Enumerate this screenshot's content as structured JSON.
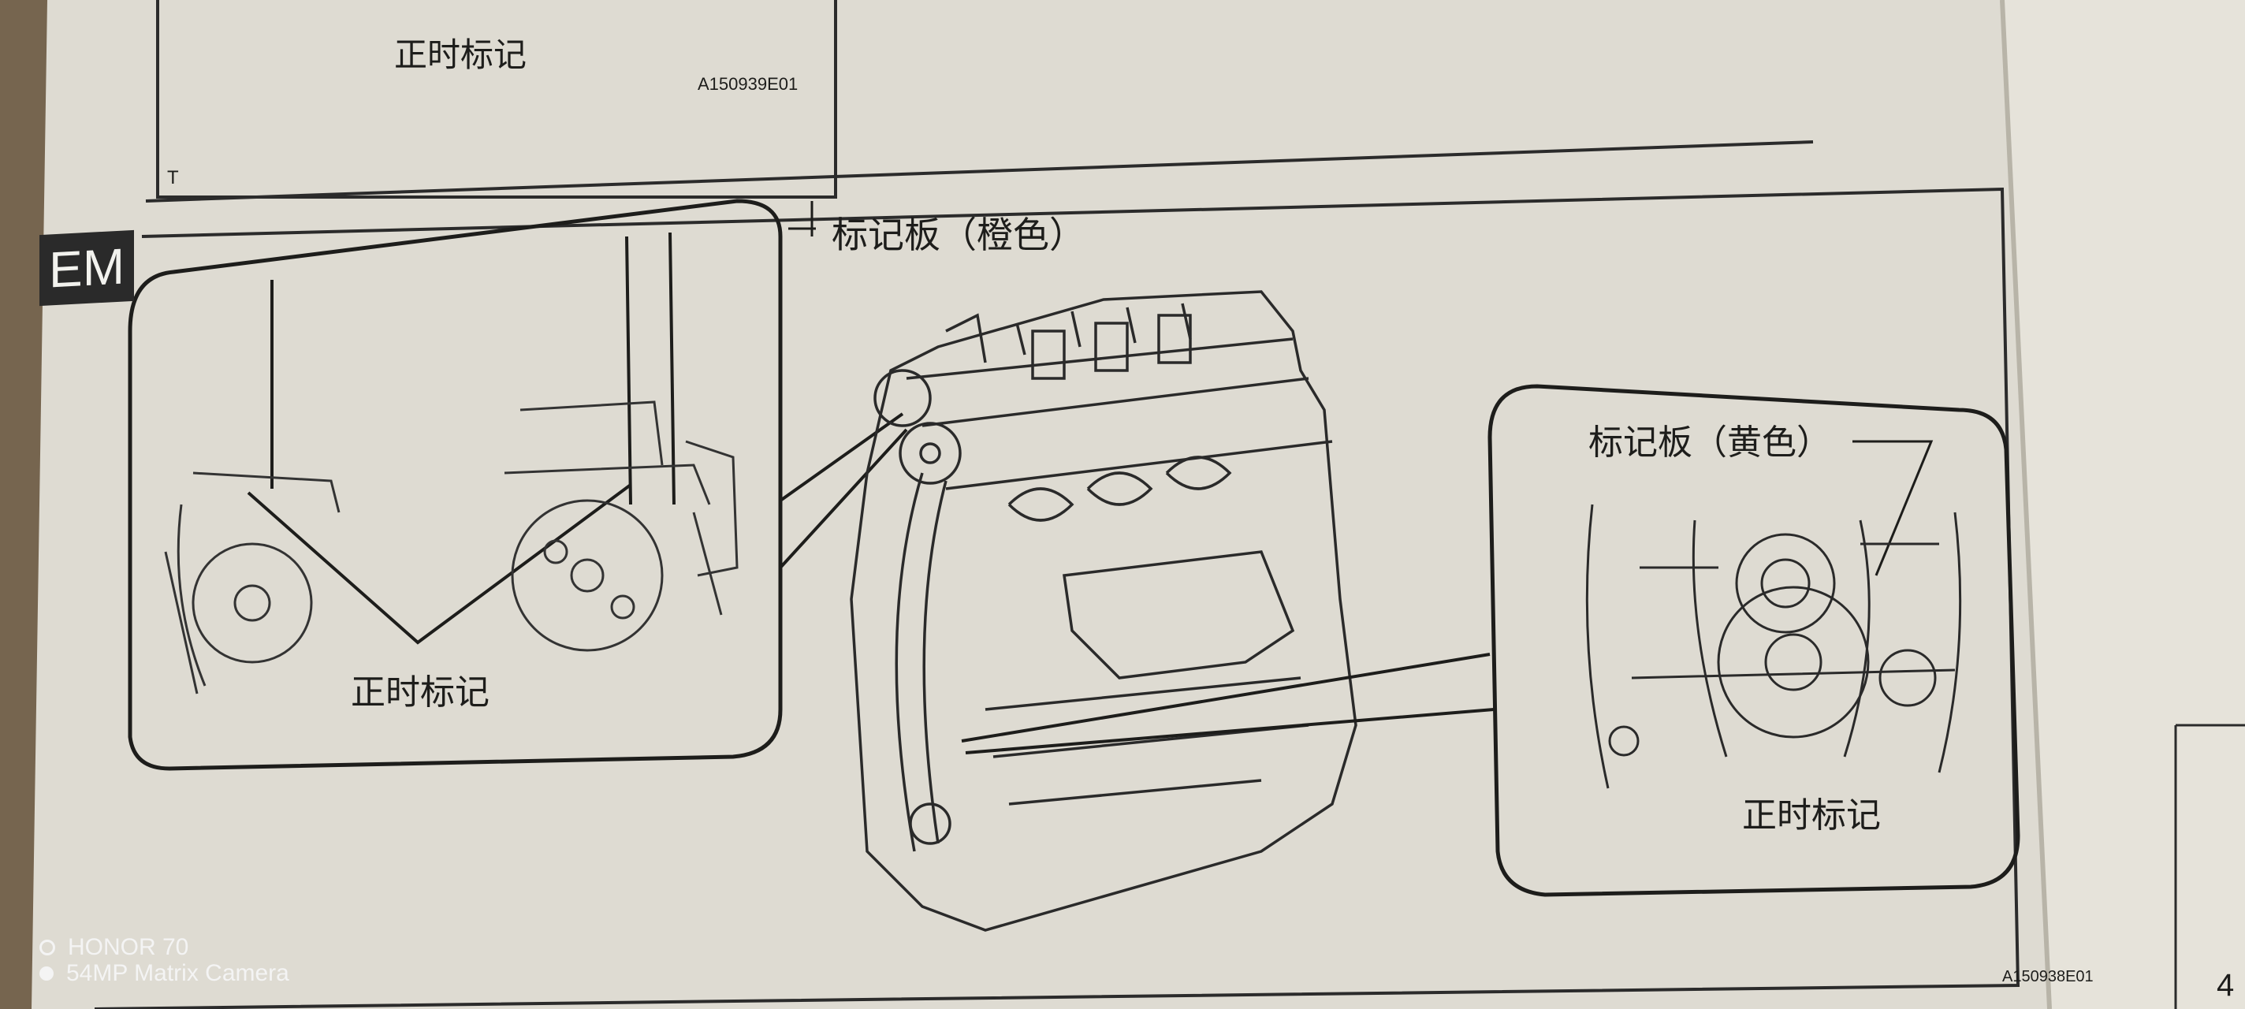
{
  "top_panel": {
    "timing_mark_label": "正时标记",
    "figure_code": "A150939E01",
    "corner_letter": "T"
  },
  "section_tab": "EM",
  "main_figure": {
    "orange_plate_label": "标记板（橙色）",
    "left_inset_timing_mark": "正时标记",
    "yellow_plate_label": "标记板（黄色）",
    "right_inset_timing_mark": "正时标记",
    "figure_code": "A150938E01"
  },
  "page_number": "4",
  "camera_watermark": {
    "line1": "HONOR 70",
    "line2": "54MP Matrix Camera"
  }
}
